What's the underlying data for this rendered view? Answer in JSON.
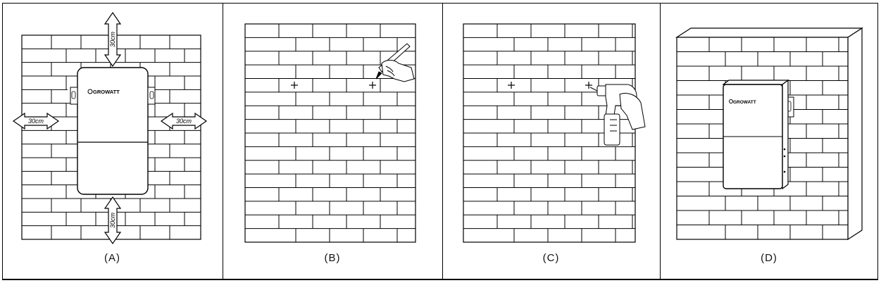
{
  "panels": [
    {
      "id": "A",
      "caption": "(A)"
    },
    {
      "id": "B",
      "caption": "(B)"
    },
    {
      "id": "C",
      "caption": "(C)"
    },
    {
      "id": "D",
      "caption": "(D)"
    }
  ],
  "clearance": {
    "top": "30cm",
    "bottom": "30cm",
    "left": "30cm",
    "right": "30cm"
  },
  "brand": {
    "panel_a": "GROWATT",
    "panel_d": "GROWATT"
  },
  "colors": {
    "line": "#000000",
    "background": "#ffffff"
  }
}
